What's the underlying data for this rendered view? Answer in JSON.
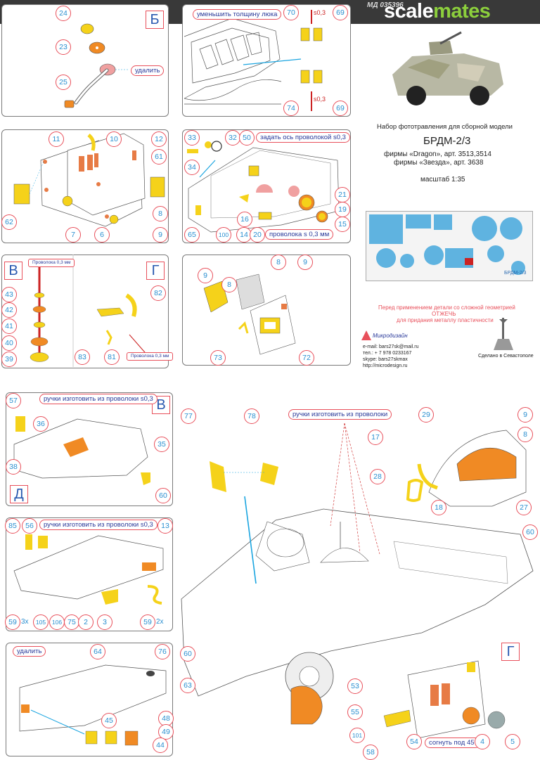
{
  "header": {
    "code": "МД 035396",
    "brand_part1": "scale",
    "brand_part2": "mates"
  },
  "info": {
    "line1": "Набор фототравления для сборной модели",
    "model": "БРДМ-2/3",
    "line3": "фирмы «Dragon», арт.  3513,3514",
    "line4": "фирмы «Звезда», арт. 3638",
    "scale": "масштаб 1:35",
    "fret_label": "БРДМ-2/3"
  },
  "warning": [
    "Перед применением детали со сложной геометрией",
    "ОТЖЕЧЬ",
    "для придания металлу пластичности"
  ],
  "contacts": {
    "company": "Микродизайн",
    "email": "e-mail: bars27sk@mail.ru",
    "phone": "тел.: + 7 978 0233167",
    "skype": "skype: bars27skmax",
    "url": "http://microdesign.ru",
    "made": "Сделано в Севастополе"
  },
  "section_letters": {
    "b": "Б",
    "v": "В",
    "g": "Г",
    "d": "Д"
  },
  "notes": {
    "udalit": "удалить",
    "hatch": "уменьшить толщину люка",
    "s03": "s0,3",
    "axis": "задать ось проволокой s0,3",
    "wire03": "проволока s 0,3 мм",
    "wire_label": "Проволока 0,3 мм",
    "handles03": "ручки изготовить из проволоки s0,3",
    "handles": "ручки изготовить из проволоки",
    "bend": "согнуть под 45°",
    "x3": "3x",
    "x2": "2x"
  },
  "part_numbers": {
    "p1": [
      "24",
      "23",
      "25"
    ],
    "p2": [
      "70",
      "69",
      "74",
      "69"
    ],
    "p3": [
      "11",
      "10",
      "12",
      "61",
      "62",
      "7",
      "6",
      "9",
      "8"
    ],
    "p4": [
      "33",
      "32",
      "50",
      "34",
      "21",
      "19",
      "15",
      "65",
      "100",
      "16",
      "14",
      "20"
    ],
    "p5": [
      "43",
      "42",
      "41",
      "40",
      "39"
    ],
    "p6": [
      "82",
      "83",
      "81"
    ],
    "p7": [
      "9",
      "8",
      "9",
      "8",
      "73",
      "72"
    ],
    "p8": [
      "57",
      "36",
      "35",
      "38",
      "60"
    ],
    "p9": [
      "85",
      "56",
      "13",
      "59",
      "105",
      "106",
      "75",
      "2",
      "3",
      "59"
    ],
    "p10": [
      "76",
      "64",
      "45",
      "48",
      "49",
      "44"
    ],
    "p11": [
      "77",
      "78",
      "29",
      "9",
      "17",
      "8",
      "28",
      "18",
      "27",
      "60",
      "60",
      "63",
      "53",
      "55",
      "101",
      "58",
      "54",
      "4",
      "5"
    ]
  },
  "colors": {
    "accent_red": "#e8505b",
    "number_blue": "#2a8fd0",
    "part_yellow": "#f5d21a",
    "part_orange": "#f08a24",
    "wire_red": "#cc2222",
    "cyan_line": "#1ba5e0"
  }
}
